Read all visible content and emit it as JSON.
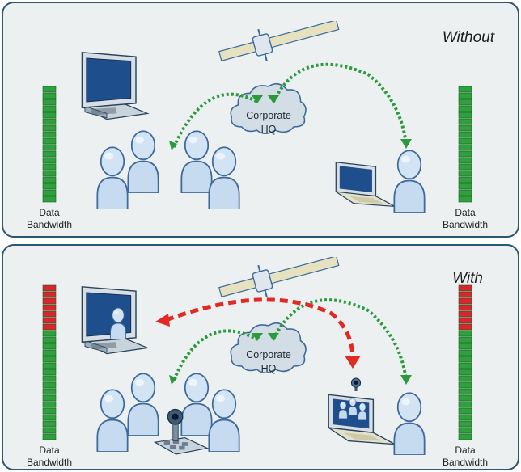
{
  "panels": [
    {
      "title": "Without",
      "hub_line1": "Corporate",
      "hub_line2": "HQ",
      "left_meter": {
        "label_line1": "Data",
        "label_line2": "Bandwidth",
        "segments_total": 18,
        "segments_red": 0
      },
      "right_meter": {
        "label_line1": "Data",
        "label_line2": "Bandwidth",
        "segments_total": 18,
        "segments_red": 0
      }
    },
    {
      "title": "With",
      "hub_line1": "Corporate",
      "hub_line2": "HQ",
      "left_meter": {
        "label_line1": "Data",
        "label_line2": "Bandwidth",
        "segments_total": 24,
        "segments_red": 7
      },
      "right_meter": {
        "label_line1": "Data",
        "label_line2": "Bandwidth",
        "segments_total": 24,
        "segments_red": 7
      }
    }
  ],
  "colors": {
    "panel_fill": "#edf0f1",
    "panel_border": "#2d5872",
    "meter_green": "#2fa03c",
    "meter_red": "#d8262d",
    "arrow_green": "#2a9a3c",
    "arrow_red": "#df2a26",
    "person_fill": "#c6daf0",
    "person_stroke": "#3d6a9a",
    "cloud_fill": "#d3dde6",
    "satellite_panel": "#e6e2c0",
    "screen_blue": "#1f4e8c"
  }
}
